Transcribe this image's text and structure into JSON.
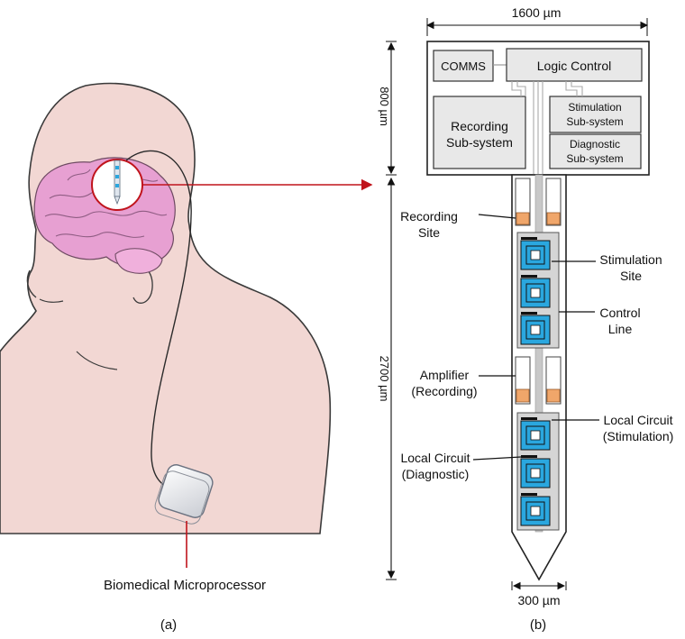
{
  "panel_a": {
    "caption": "(a)",
    "device_label": "Biomedical Microprocessor"
  },
  "panel_b": {
    "caption": "(b)",
    "dimensions": {
      "width_top": "1600 µm",
      "height_head": "800 µm",
      "height_shank": "2700 µm",
      "width_tip": "300 µm"
    },
    "blocks": {
      "comms": "COMMS",
      "logic_control": "Logic Control",
      "recording_1": "Recording",
      "recording_2": "Sub-system",
      "stimulation_1": "Stimulation",
      "stimulation_2": "Sub-system",
      "diagnostic_1": "Diagnostic",
      "diagnostic_2": "Sub-system"
    },
    "callouts": {
      "recording_site_1": "Recording",
      "recording_site_2": "Site",
      "stimulation_site_1": "Stimulation",
      "stimulation_site_2": "Site",
      "control_line_1": "Control",
      "control_line_2": "Line",
      "amplifier_1": "Amplifier",
      "amplifier_2": "(Recording)",
      "local_stim_1": "Local Circuit",
      "local_stim_2": "(Stimulation)",
      "local_diag_1": "Local Circuit",
      "local_diag_2": "(Diagnostic)"
    }
  },
  "colors": {
    "skin": "#f2d7d3",
    "brain": "#e7a0d2",
    "pointer": "#c0141c",
    "electrode_blue": "#2aa7df",
    "amplifier_orange": "#f0a66a"
  }
}
